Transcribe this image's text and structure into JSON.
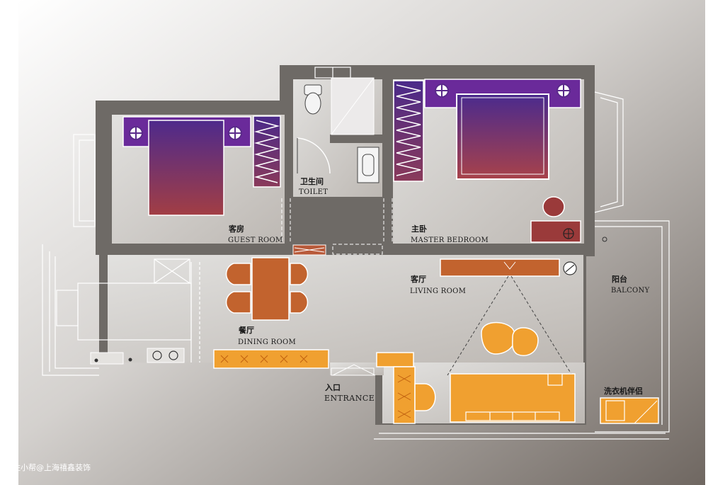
{
  "rooms": {
    "guest_room": {
      "cn": "客房",
      "en": "GUEST ROOM"
    },
    "toilet": {
      "cn": "卫生间",
      "en": "TOILET"
    },
    "master_bedroom": {
      "cn": "主卧",
      "en": "MASTER BEDROOM"
    },
    "living_room": {
      "cn": "客厅",
      "en": "LIVING ROOM"
    },
    "balcony": {
      "cn": "阳台",
      "en": "BALCONY"
    },
    "dining_room": {
      "cn": "餐厅",
      "en": "DINING ROOM"
    },
    "entrance": {
      "cn": "入口",
      "en": "ENTRANCE"
    },
    "laundry": {
      "cn": "洗衣机伴侣"
    }
  },
  "watermark": "住小帮@上海禧鑫装饰",
  "colors": {
    "bed_purple": "#5a2a8a",
    "bed_red": "#9a3c4a",
    "orange": "#f0a030",
    "rust": "#c0643a",
    "wall": "#6e6a66",
    "floor": "#d8d6d4"
  }
}
